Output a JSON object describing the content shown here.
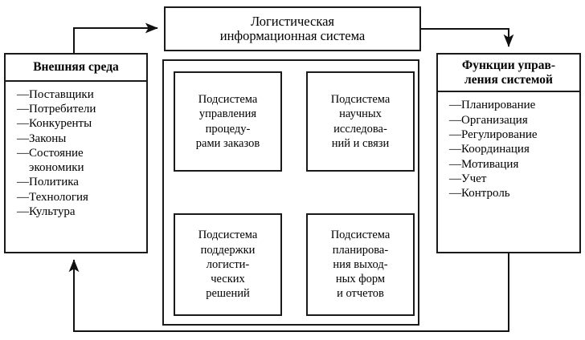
{
  "diagram": {
    "title_box": {
      "line1": "Логистическая",
      "line2": "информационная система"
    },
    "left_panel": {
      "heading": "Внешняя среда",
      "items": [
        "Поставщики",
        "Потребители",
        "Конкуренты",
        "Законы",
        "Состояние",
        "экономики",
        "Политика",
        "Технология",
        "Культура"
      ]
    },
    "right_panel": {
      "heading_line1": "Функции управ-",
      "heading_line2": "ления системой",
      "items": [
        "Планирование",
        "Организация",
        "Регулирование",
        "Координация",
        "Мотивация",
        "Учет",
        "Контроль"
      ]
    },
    "subsystems": [
      {
        "id": "order-procedures",
        "lines": [
          "Подсистема",
          "управления",
          "процеду-",
          "рами заказов"
        ]
      },
      {
        "id": "research-communication",
        "lines": [
          "Подсистема",
          "научных",
          "исследова-",
          "ний и связи"
        ]
      },
      {
        "id": "logistics-decision-support",
        "lines": [
          "Подсистема",
          "поддержки",
          "логисти-",
          "ческих",
          "решений"
        ]
      },
      {
        "id": "output-forms-reports",
        "lines": [
          "Подсистема",
          "планирова-",
          "ния выход-",
          "ных форм",
          "и отчетов"
        ]
      }
    ],
    "colors": {
      "stroke": "#1a1a1a",
      "background": "#ffffff"
    }
  }
}
